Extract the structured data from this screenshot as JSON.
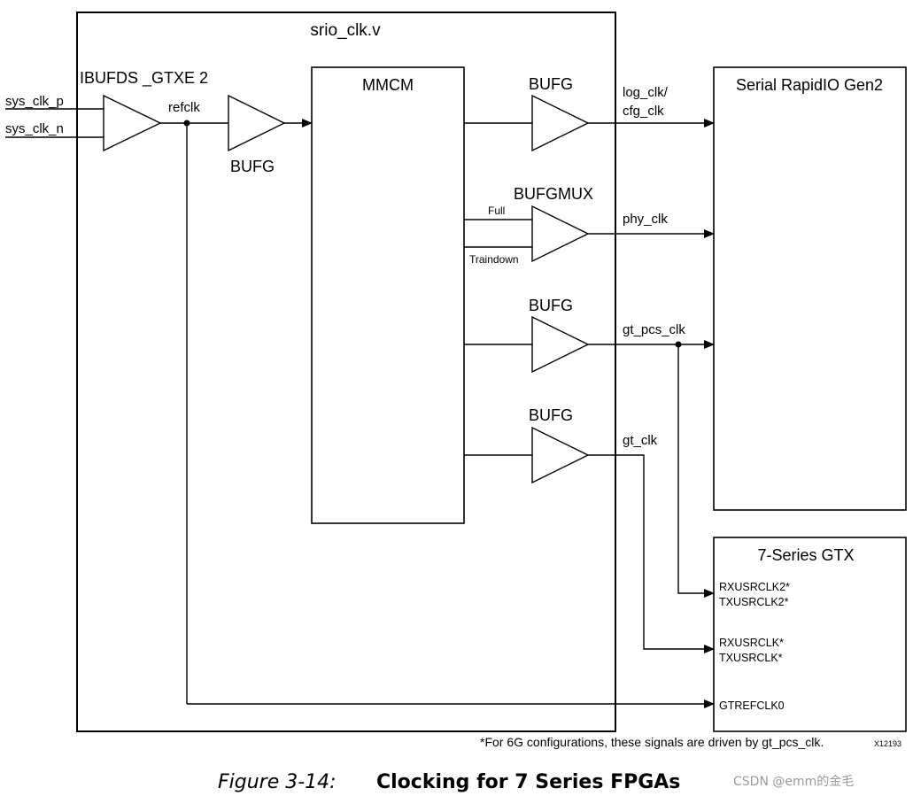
{
  "module": {
    "title": "srio_clk.v"
  },
  "inputs": {
    "p": "sys_clk_p",
    "n": "sys_clk_n"
  },
  "ibufds": {
    "label": "IBUFDS _GTXE 2"
  },
  "refclk": "refclk",
  "bufg_in": {
    "label": "BUFG"
  },
  "mmcm": {
    "label": "MMCM"
  },
  "bufg1": {
    "label": "BUFG",
    "signal_line1": "log_clk/",
    "signal_line2": "cfg_clk"
  },
  "bufgmux": {
    "label": "BUFGMUX",
    "in_full": "Full",
    "in_traindown": "Traindown",
    "signal": "phy_clk"
  },
  "bufg2": {
    "label": "BUFG",
    "signal": "gt_pcs_clk"
  },
  "bufg3": {
    "label": "BUFG",
    "signal": "gt_clk"
  },
  "srio_block": {
    "title": "Serial RapidIO Gen2"
  },
  "gtx_block": {
    "title": "7-Series GTX",
    "rxusrclk2": "RXUSRCLK2*",
    "txusrclk2": "TXUSRCLK2*",
    "rxusrclk": "RXUSRCLK*",
    "txusrclk": "TXUSRCLK*",
    "gtrefclk0": "GTREFCLK0"
  },
  "footnote": "*For 6G configurations, these signals are driven by gt_pcs_clk.",
  "figure_id": "X12193",
  "caption": {
    "number": "Figure 3-14:",
    "title": "Clocking for 7 Series FPGAs"
  },
  "watermark": "CSDN @emm的金毛"
}
